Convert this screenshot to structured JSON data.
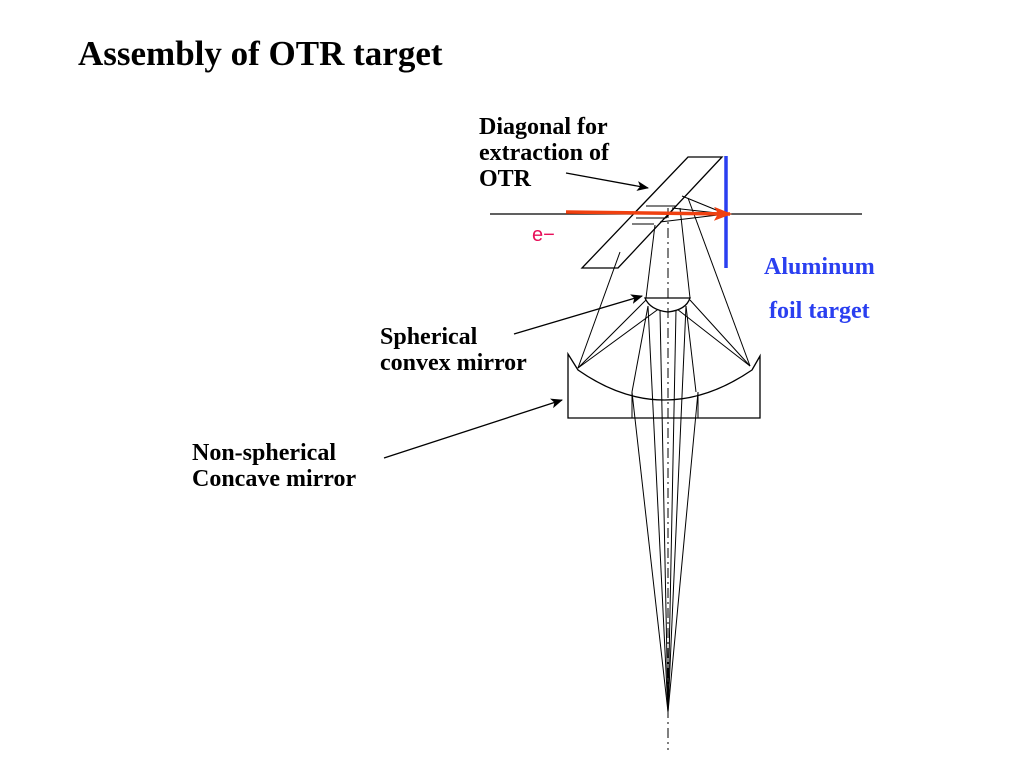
{
  "slide": {
    "title": "Assembly of OTR target"
  },
  "labels": {
    "diagonal": [
      "Diagonal for",
      "extraction of",
      "OTR"
    ],
    "electron": "e−",
    "aluminum": [
      "Aluminum",
      "foil target"
    ],
    "convex": [
      "Spherical",
      "convex mirror"
    ],
    "concave": [
      "Non-spherical",
      "Concave  mirror"
    ]
  },
  "colors": {
    "beam_arrow": "#f04010",
    "foil": "#2a3ff0",
    "electron_label": "#e8105a",
    "foil_label": "#2a3ff0",
    "lines": "#000000"
  }
}
